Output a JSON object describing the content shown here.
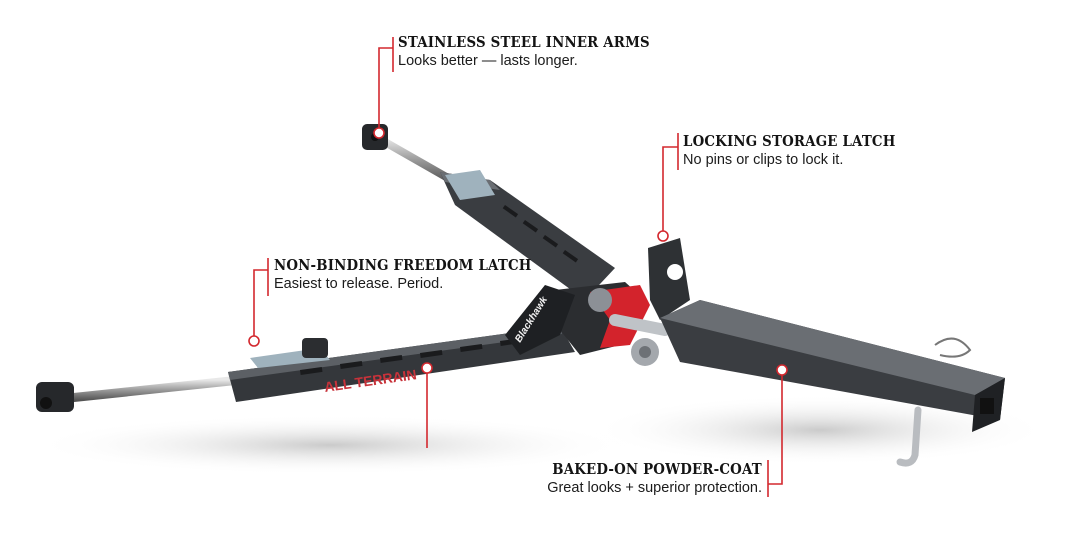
{
  "accent_color": "#d3282e",
  "callouts": [
    {
      "title": "STAINLESS STEEL INNER ARMS",
      "subtitle": "Looks better — lasts longer."
    },
    {
      "title": "LOCKING STORAGE LATCH",
      "subtitle": "No pins or clips to lock it."
    },
    {
      "title": "NON-BINDING FREEDOM LATCH",
      "subtitle": "Easiest to release. Period."
    },
    {
      "title": "BAKED-ON POWDER-COAT",
      "subtitle": "Great looks + superior protection."
    }
  ],
  "product_markings": {
    "arm_label": "ALL TERRAIN",
    "brand": "Blackhawk"
  }
}
